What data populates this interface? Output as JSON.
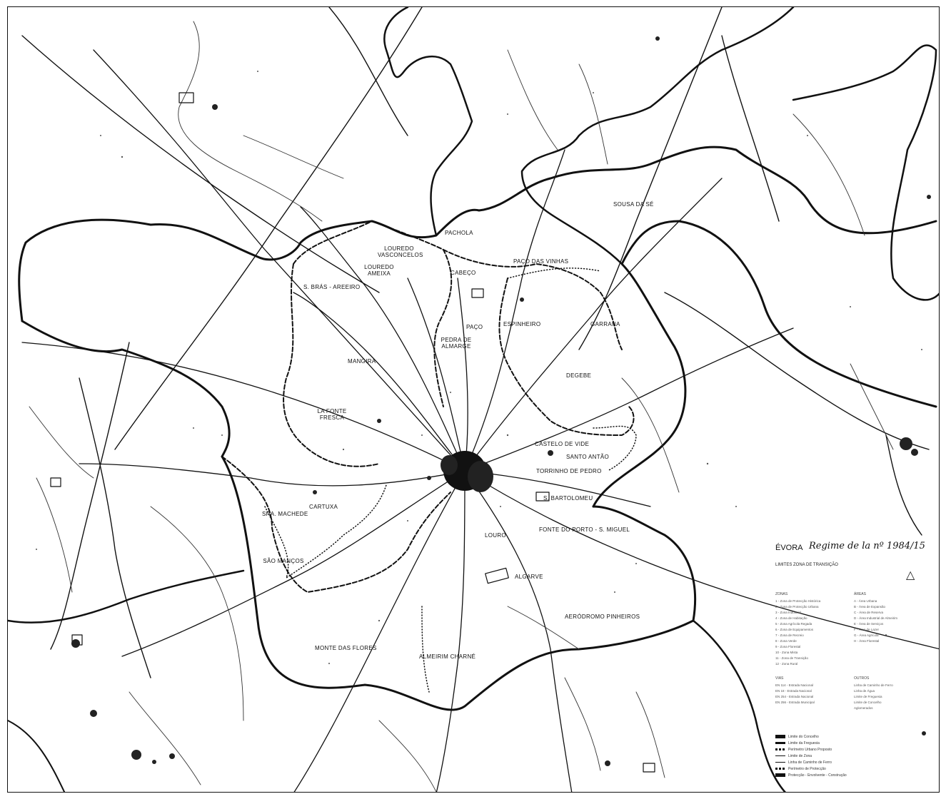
{
  "title": "ÉVORA",
  "handwritten_note": "Regime de la nº 1984/15",
  "subtitle": "LIMITES ZONA DE TRANSIÇÃO",
  "triangle_symbol": "△",
  "places": [
    {
      "id": "sousa-da-se",
      "label": "SOUSA DA SÉ"
    },
    {
      "id": "pachola",
      "label": "PACHOLA"
    },
    {
      "id": "paco-das-vinhas",
      "label": "PAÇO DAS VINHAS"
    },
    {
      "id": "louredo-vasconcelos",
      "label": "LOUREDO VASCONCELOS"
    },
    {
      "id": "louredo-ameixa",
      "label": "LOUREDO AMEIXA"
    },
    {
      "id": "s-bras-areleiro",
      "label": "S. BRÁS - AREEIRO"
    },
    {
      "id": "cabeco",
      "label": "CABEÇO"
    },
    {
      "id": "paco",
      "label": "PAÇO"
    },
    {
      "id": "espinheiro",
      "label": "ESPINHEIRO"
    },
    {
      "id": "garrana",
      "label": "GARRANA"
    },
    {
      "id": "pedra-de-almarge",
      "label": "PEDRA DE ALMARGE"
    },
    {
      "id": "mangira",
      "label": "MANGIRA"
    },
    {
      "id": "degebe",
      "label": "DEGEBE"
    },
    {
      "id": "la-fonte-fresca",
      "label": "LA FONTE FRESCA"
    },
    {
      "id": "santo-antao",
      "label": "SANTO ANTÃO"
    },
    {
      "id": "castelo-de-vide",
      "label": "CASTELO DE VIDE"
    },
    {
      "id": "torrinho-de-pedro",
      "label": "TORRINHO DE PEDRO"
    },
    {
      "id": "s-bartolomeu",
      "label": "S. BARTOLOMEU"
    },
    {
      "id": "fonte-do-porto",
      "label": "FONTE DO PORTO - S. MIGUEL"
    },
    {
      "id": "louro",
      "label": "LOURO"
    },
    {
      "id": "sra-machede",
      "label": "SRA. MACHEDE"
    },
    {
      "id": "cartuxa",
      "label": "CARTUXA"
    },
    {
      "id": "sao-manços",
      "label": "SÃO MANÇOS"
    },
    {
      "id": "aeroporto",
      "label": "AERÓDROMO PINHEIROS"
    },
    {
      "id": "algarve",
      "label": "ALGARVE"
    },
    {
      "id": "monte-das-flores",
      "label": "MONTE DAS FLORES"
    },
    {
      "id": "almeirim-charne",
      "label": "ALMEIRIM CHARNÉ"
    }
  ],
  "legend": {
    "col1_header": "ZONAS",
    "col2_header": "ÁREAS",
    "col1_items": [
      "1 - Zona de Protecção Histórica",
      "2 - Zona de Protecção Urbana",
      "3 - Zona Industrial",
      "4 - Zona de Habitação",
      "5 - Zona Agrícola Regada",
      "6 - Zona de Equipamentos",
      "7 - Zona de Recreio",
      "8 - Zona Verde",
      "9 - Zona Florestal",
      "10 - Zona Mista",
      "11 - Zona de Transição",
      "12 - Zona Rural"
    ],
    "col2_items": [
      "A - Área Urbana",
      "B - Área de Expansão",
      "C - Área de Reserva",
      "D - Área Industrial de Almeirim",
      "E - Área de Serviços",
      "F - Área de Lazer",
      "G - Área Agrícola",
      "H - Área Florestal"
    ],
    "col3_header": "VIAS",
    "col4_header": "OUTROS",
    "col3_items": [
      "EN 114 - Estrada Nacional",
      "EN 18 - Estrada Nacional",
      "EN 254 - Estrada Nacional",
      "EN 256 - Estrada Municipal"
    ],
    "col4_items": [
      "Linha de Caminho de Ferro",
      "Linha de Água",
      "Limite de Freguesia",
      "Limite de Concelho",
      "Aglomerados"
    ],
    "symbols": [
      {
        "style": "thick",
        "text": "Limite do Concelho"
      },
      {
        "style": "solid",
        "text": "Limite da Freguesia"
      },
      {
        "style": "dash",
        "text": "Perímetro Urbano Proposto"
      },
      {
        "style": "thin",
        "text": "Limite de Zona"
      },
      {
        "style": "thin",
        "text": "Linha de Caminho de Ferro"
      },
      {
        "style": "dash",
        "text": "Perímetro de Protecção"
      },
      {
        "style": "thick",
        "text": "Protecção - Envolvente - Construção"
      }
    ]
  }
}
